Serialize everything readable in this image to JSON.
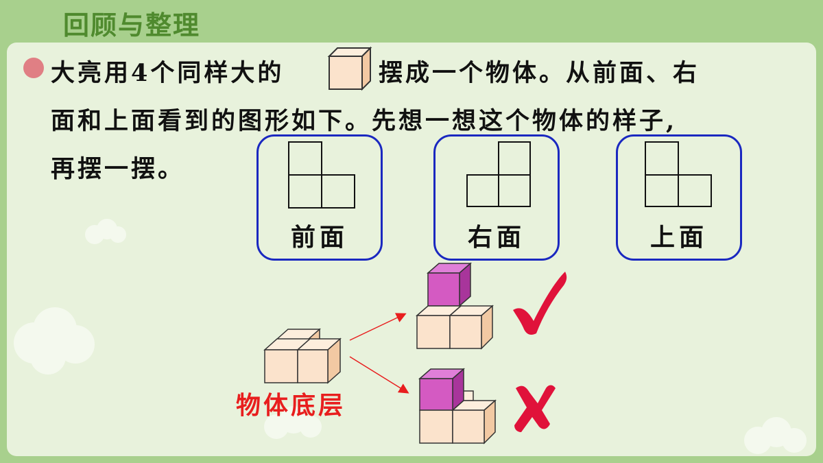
{
  "header": {
    "title": "回顾与整理"
  },
  "problem": {
    "line1_a": "大亮用4个同样大的",
    "line1_b": "摆成一个物体。从前面、右",
    "line2": "面和上面看到的图形如下。先想一想这个物体的样子,",
    "line3": "再摆一摆。"
  },
  "views": [
    {
      "label": "前面",
      "shape": "L-left-top"
    },
    {
      "label": "右面",
      "shape": "L-right-top"
    },
    {
      "label": "上面",
      "shape": "L-left-top"
    }
  ],
  "answer": {
    "base_label": "物体底层",
    "correct_mark": "check-icon",
    "wrong_mark": "cross-icon"
  },
  "colors": {
    "background": "#a8d08d",
    "panel": "#e8f2dc",
    "title": "#4f8a2e",
    "bullet": "#e07f84",
    "view_border": "#1a28c0",
    "cube_face": "#fbe3cc",
    "cube_side": "#f2c9a3",
    "top_cube_face": "#d45ac2",
    "top_cube_side": "#a8359b",
    "red": "#e81e1e"
  }
}
